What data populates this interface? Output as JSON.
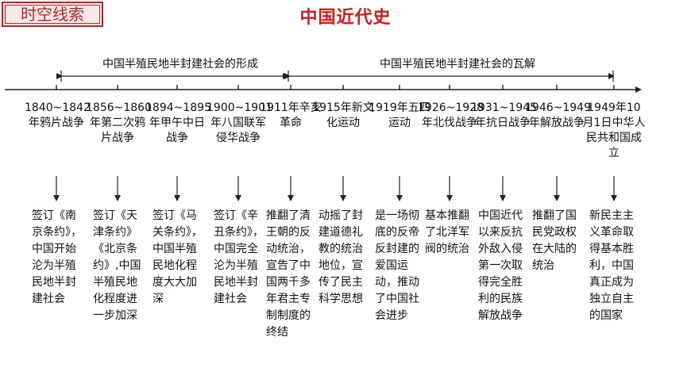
{
  "badge": "时空线索",
  "title": "中国近代史",
  "periods": [
    "中国半殖民地半封建社会的形成",
    "中国半殖民地半封建社会的瓦解"
  ],
  "events": [
    {
      "label": "1840~1842年鸦片战争",
      "desc": "签订《南京条约》，中国开始沦为半殖民地半封建社会"
    },
    {
      "label": "1856~1860年第二次鸦片战争",
      "desc": "签订《天津条约》《北京条约》,中国半殖民地化程度进一步加深"
    },
    {
      "label": "1894~1895年甲午中日战争",
      "desc": "签订《马关条约》，中国半殖民地化程度大大加深"
    },
    {
      "label": "1900~1901年八国联军侵华战争",
      "desc": "签订《辛丑条约》，中国完全沦为半殖民地半封建社会"
    },
    {
      "label": "1911年辛亥革命",
      "desc": "推翻了清王朝的反动统治，宣告了中国两千多年君主专制制度的终结"
    },
    {
      "label": "1915年新文化运动",
      "desc": "动摇了封建道德礼教的统治地位，宣传了民主科学思想"
    },
    {
      "label": "1919年五四运动",
      "desc": "是一场彻底的反帝反封建的爱国运动，推动了中国社会进步"
    },
    {
      "label": "1926~1928年北伐战争",
      "desc": "基本推翻了北洋军阀的统治"
    },
    {
      "label": "1931~1945年抗日战争",
      "desc": "中国近代以来反抗外敌入侵第一次取得完全胜利的民族解放战争"
    },
    {
      "label": "1946~1949年解放战争",
      "desc": "推翻了国民党政权在大陆的统治"
    },
    {
      "label": "1949年10月1日中华人民共和国成立",
      "desc": "新民主主义革命取得基本胜利，中国真正成为独立自主的国家"
    }
  ]
}
